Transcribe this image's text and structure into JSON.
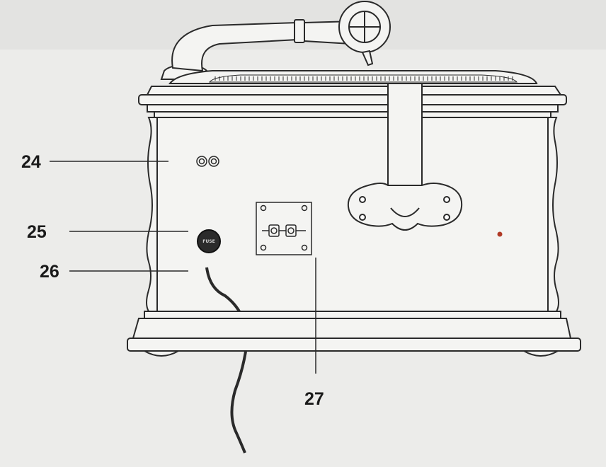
{
  "diagram": {
    "callouts": [
      {
        "id": "24",
        "label": "24",
        "target": "headphone-jacks"
      },
      {
        "id": "25",
        "label": "25",
        "target": "fuse-holder"
      },
      {
        "id": "26",
        "label": "26",
        "target": "power-cord"
      },
      {
        "id": "27",
        "label": "27",
        "target": "speaker-terminals"
      }
    ],
    "fuse_label": "FUSE"
  },
  "colors": {
    "background": "#ececea",
    "line": "#2a2a2a",
    "cabinet_fill": "#f4f4f2",
    "fuse_fill": "#2b2b2b",
    "indicator_dot": "#b03a26"
  }
}
